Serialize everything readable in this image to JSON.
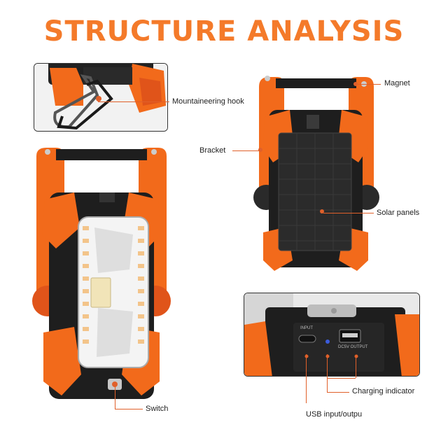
{
  "title": "STRUCTURE ANALYSIS",
  "labels": {
    "hook": "Mountaineering hook",
    "magnet": "Magnet",
    "bracket": "Bracket",
    "solar": "Solar panels",
    "switch": "Switch",
    "charging": "Charging indicator",
    "usb": "USB input/outpu"
  },
  "port_labels": {
    "input": "INPUT",
    "output": "DC5V OUTPUT"
  },
  "colors": {
    "title": "#f47a2a",
    "accent": "#f26a1b",
    "body": "#1e1e1e",
    "callout": "#e0602a"
  }
}
